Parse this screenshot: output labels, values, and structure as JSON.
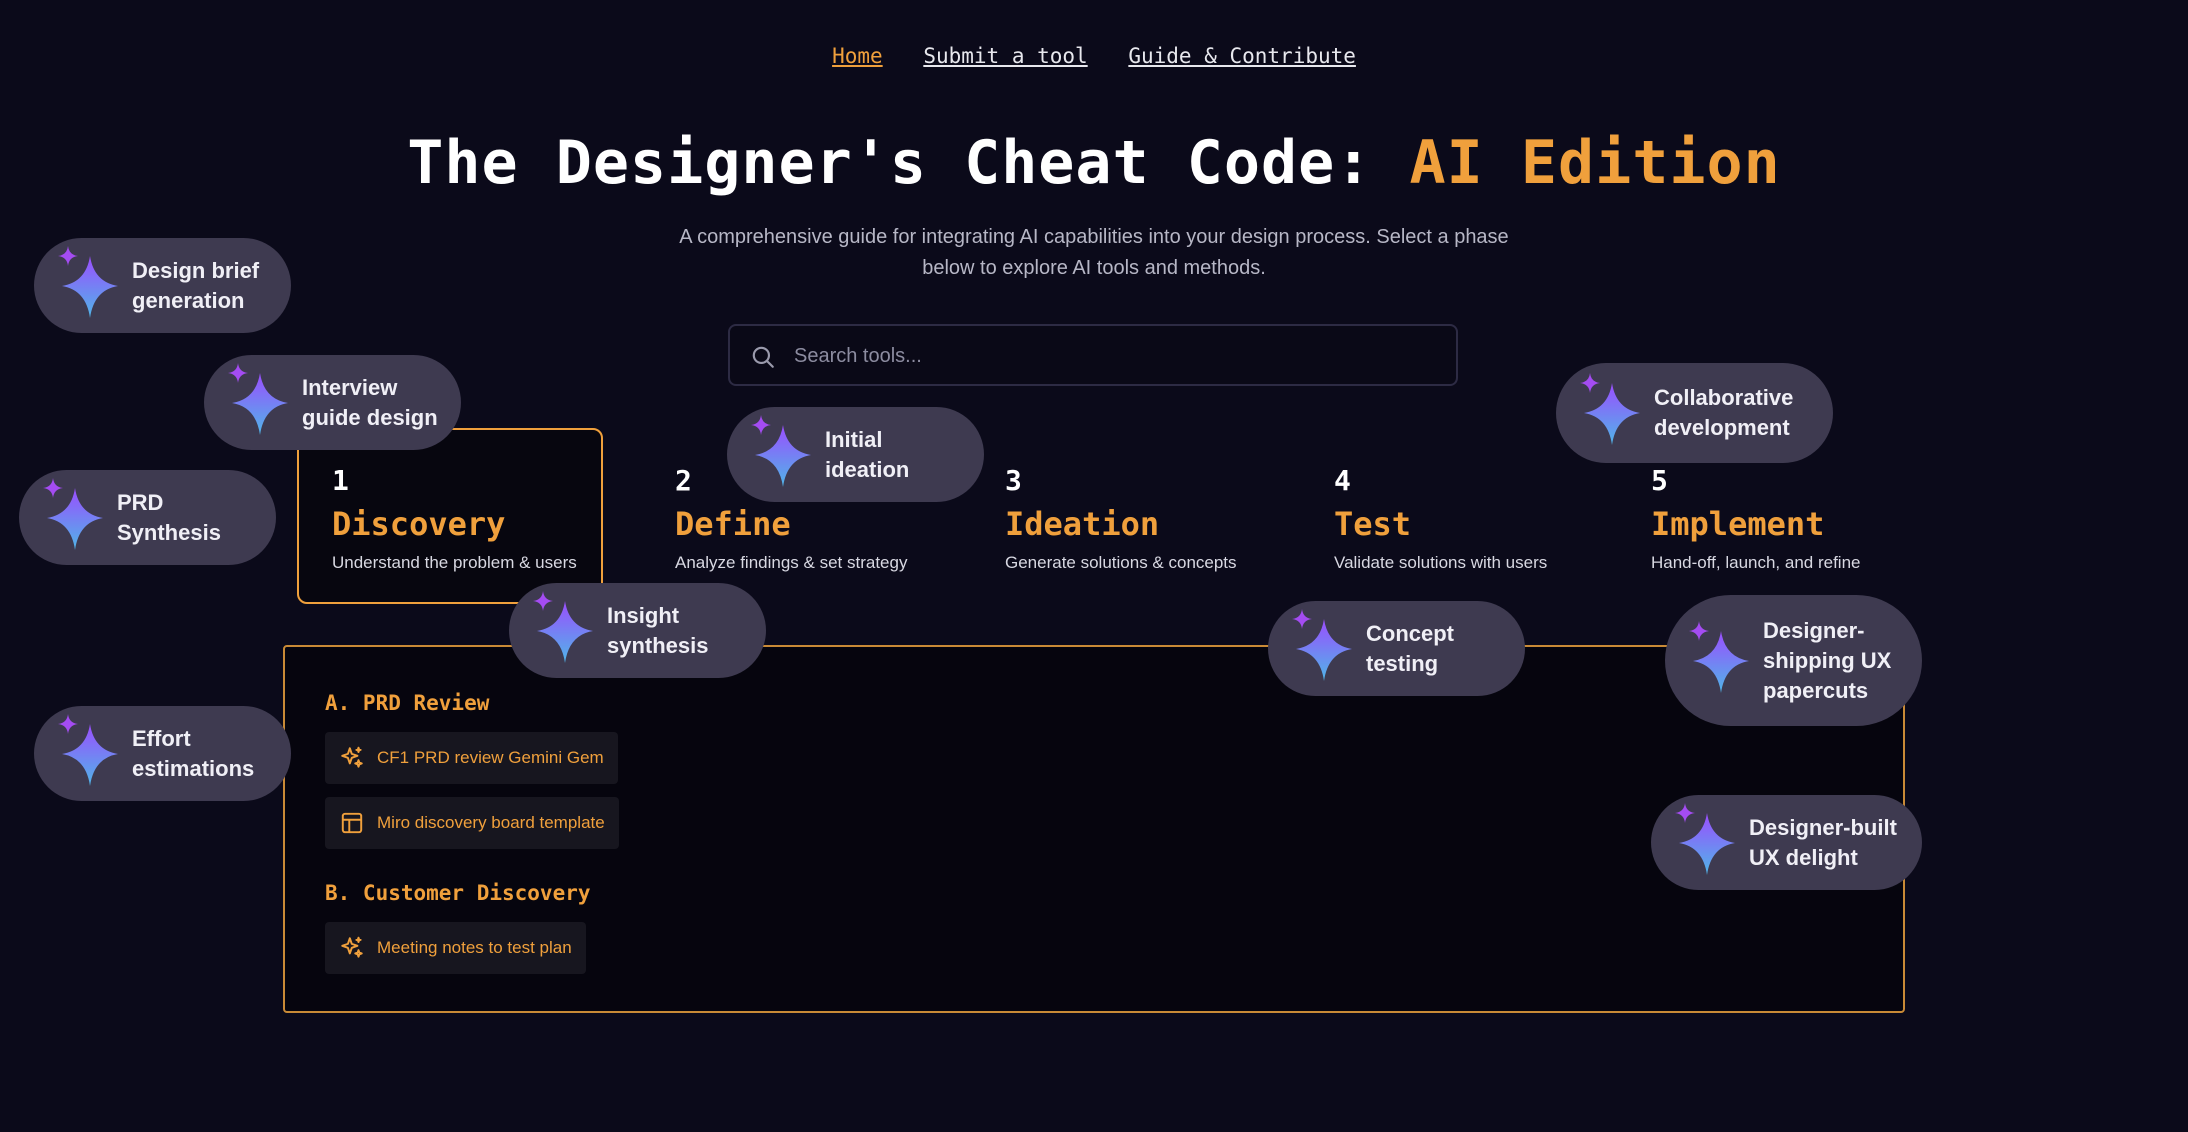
{
  "nav": {
    "home": "Home",
    "submit": "Submit a tool",
    "guide": "Guide & Contribute"
  },
  "hero": {
    "title_main": "The Designer's Cheat Code: ",
    "title_accent": "AI Edition",
    "subtitle": "A comprehensive guide for integrating AI capabilities into your design process. Select a phase below to explore AI tools and methods."
  },
  "search": {
    "placeholder": "Search tools...",
    "icon": "search-icon"
  },
  "phases": [
    {
      "num": "1",
      "name": "Discovery",
      "desc": "Understand the problem & users",
      "selected": true
    },
    {
      "num": "2",
      "name": "Define",
      "desc": "Analyze findings & set strategy"
    },
    {
      "num": "3",
      "name": "Ideation",
      "desc": "Generate solutions & concepts"
    },
    {
      "num": "4",
      "name": "Test",
      "desc": "Validate solutions with users"
    },
    {
      "num": "5",
      "name": "Implement",
      "desc": "Hand-off, launch, and refine"
    }
  ],
  "panel": {
    "sections": [
      {
        "title": "A. PRD Review",
        "tools": [
          {
            "label": "CF1 PRD review Gemini Gem",
            "icon": "sparkle-icon"
          },
          {
            "label": "Miro discovery board template",
            "icon": "layout-template-icon"
          }
        ]
      },
      {
        "title": "B. Customer Discovery",
        "tools": [
          {
            "label": "Meeting notes to test plan",
            "icon": "sparkle-icon"
          }
        ]
      }
    ]
  },
  "pills": [
    "Design brief generation",
    "Interview guide design",
    "PRD Synthesis",
    "Initial ideation",
    "Insight synthesis",
    "Effort estimations",
    "Collaborative development",
    "Concept testing",
    "Designer-shipping UX papercuts",
    "Designer-built UX delight"
  ],
  "colors": {
    "background": "#0b0a1a",
    "accent": "#f0a03c",
    "pill": "#3e3a50"
  }
}
